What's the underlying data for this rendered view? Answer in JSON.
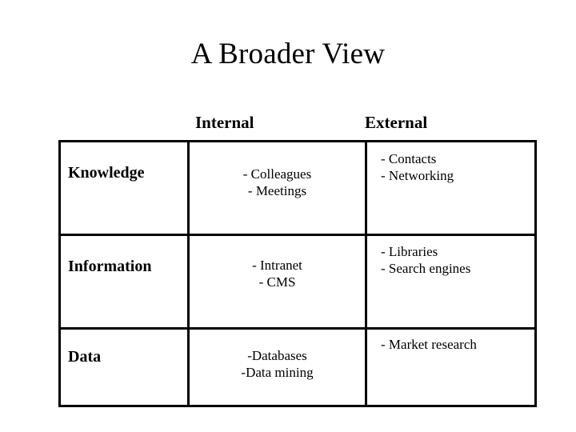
{
  "slide": {
    "title": "A Broader View",
    "headers": {
      "internal": "Internal",
      "external": "External"
    },
    "rows": [
      {
        "label": "Knowledge",
        "internal": [
          "- Colleagues",
          "- Meetings"
        ],
        "external": [
          "- Contacts",
          "- Networking"
        ]
      },
      {
        "label": "Information",
        "internal": [
          "- Intranet",
          "- CMS"
        ],
        "external": [
          "- Libraries",
          "- Search engines"
        ]
      },
      {
        "label": "Data",
        "internal": [
          "-Databases",
          "-Data mining"
        ],
        "external": [
          "- Market research"
        ]
      }
    ],
    "colors": {
      "background": "#ffffff",
      "text": "#000000",
      "border": "#000000"
    }
  }
}
